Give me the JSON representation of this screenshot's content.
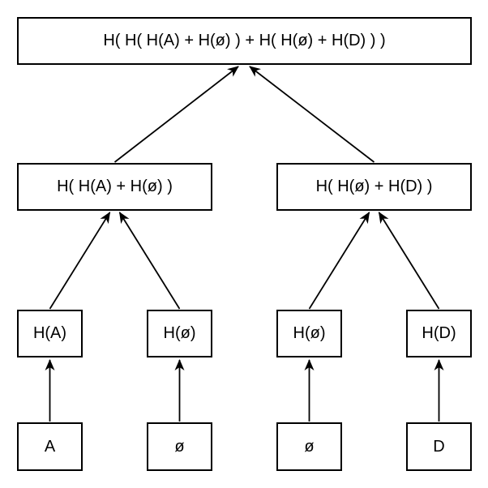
{
  "diagram": {
    "type": "merkle-hash-tree",
    "background_color": "#ffffff",
    "line_color": "#000000",
    "nodes": {
      "root": {
        "label": "H( H( H(A) + H(ø) ) + H( H(ø) + H(D) ) )"
      },
      "internal": [
        {
          "label": "H( H(A) + H(ø) )"
        },
        {
          "label": "H( H(ø) + H(D) )"
        }
      ],
      "hashes": [
        {
          "label": "H(A)"
        },
        {
          "label": "H(ø)"
        },
        {
          "label": "H(ø)"
        },
        {
          "label": "H(D)"
        }
      ],
      "leaves": [
        {
          "label": "A"
        },
        {
          "label": "ø"
        },
        {
          "label": "ø"
        },
        {
          "label": "D"
        }
      ]
    }
  }
}
